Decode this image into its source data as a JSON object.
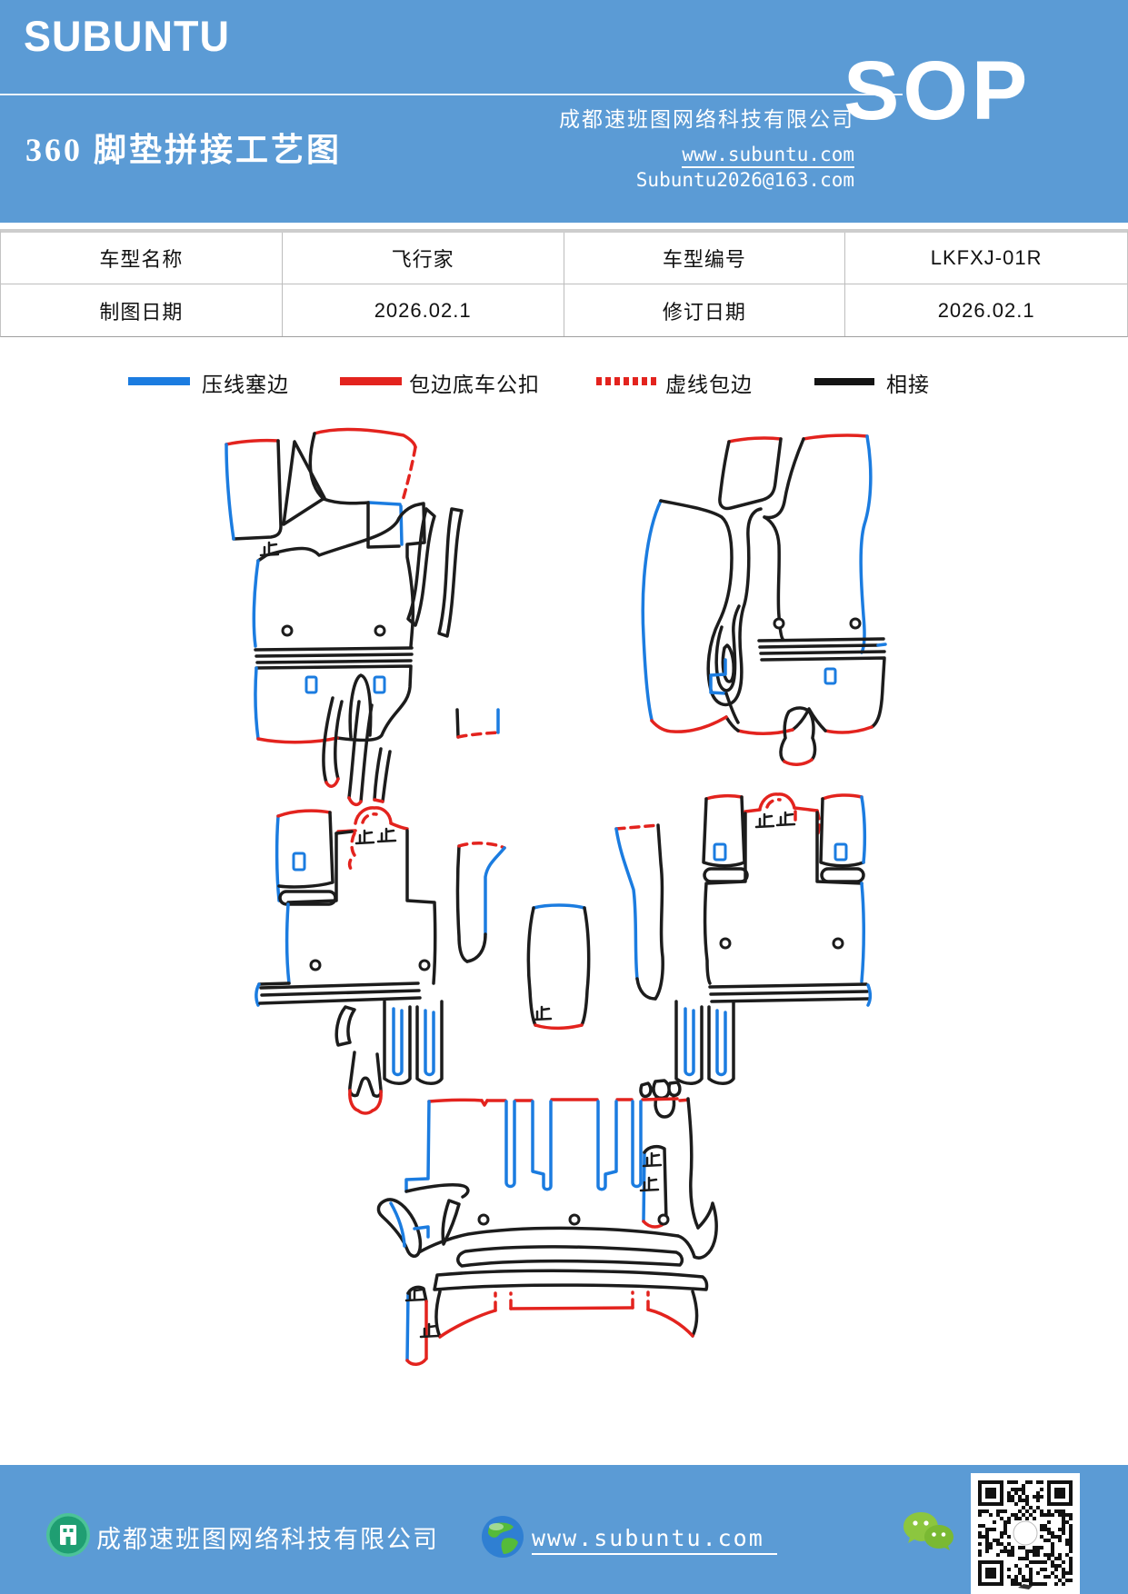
{
  "header": {
    "logo": "SUBUNTU",
    "title": "360 脚垫拼接工艺图",
    "company": "成都速班图网络科技有限公司",
    "website": "www.subuntu.com",
    "email": "Subuntu2026@163.com",
    "badge": "SOP"
  },
  "info_table": {
    "rows": [
      {
        "cells": [
          "车型名称",
          "飞行家",
          "车型编号",
          "LKFXJ-01R"
        ]
      },
      {
        "cells": [
          "制图日期",
          "2026.02.1",
          "修订日期",
          "2026.02.1"
        ]
      }
    ]
  },
  "legend": {
    "items": [
      {
        "label": "压线塞边",
        "color": "#1b7ce0",
        "style": "solid"
      },
      {
        "label": "包边底车公扣",
        "color": "#e3231e",
        "style": "solid"
      },
      {
        "label": "虚线包边",
        "color": "#e3231e",
        "style": "dashed"
      },
      {
        "label": "相接",
        "color": "#141414",
        "style": "solid"
      }
    ]
  },
  "drawing": {
    "subject": "360 floor mat splicing pattern pieces",
    "piece_groups": [
      "front-left mat",
      "front-right mat",
      "second-row left mat",
      "second-row right mat",
      "center tunnel pieces",
      "trunk mat"
    ]
  },
  "footer": {
    "company": "成都速班图网络科技有限公司",
    "website": "www.subuntu.com"
  },
  "colors": {
    "band_blue": "#5b9bd5",
    "line_blue": "#1b7ce0",
    "line_red": "#e3231e",
    "line_black": "#1c1c1c",
    "wechat_green": "#8cc63f"
  }
}
